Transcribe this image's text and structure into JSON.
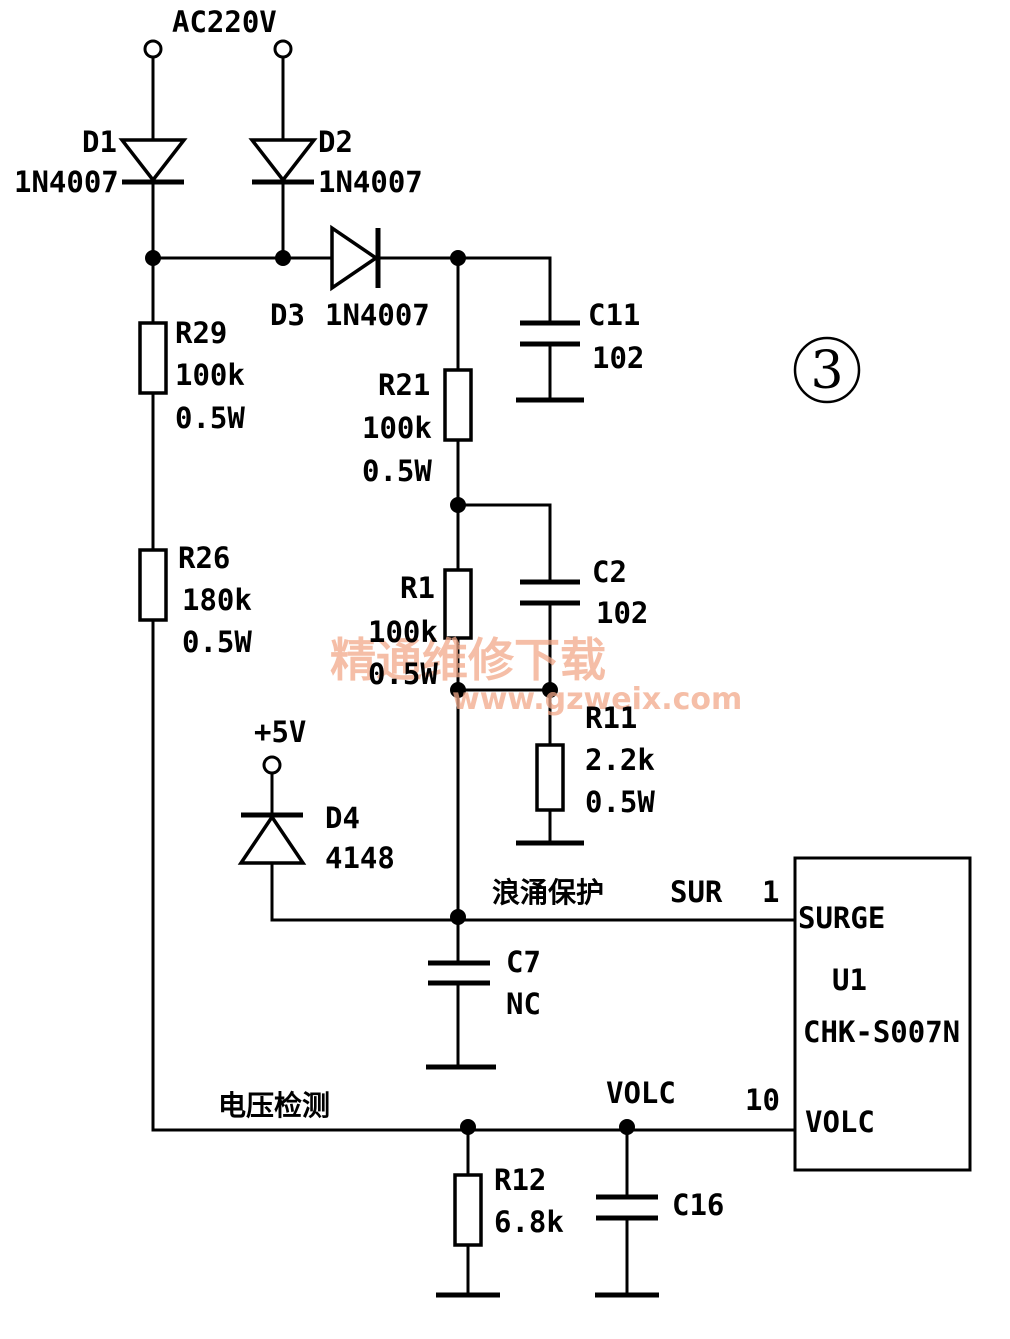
{
  "supply": {
    "label": "AC220V",
    "vcc_label": "+5V"
  },
  "figure_number": "3",
  "components": {
    "D1": {
      "ref": "D1",
      "value": "1N4007"
    },
    "D2": {
      "ref": "D2",
      "value": "1N4007"
    },
    "D3": {
      "ref": "D3",
      "value": "1N4007"
    },
    "D4": {
      "ref": "D4",
      "value": "4148"
    },
    "R29": {
      "ref": "R29",
      "value": "100k",
      "power": "0.5W"
    },
    "R26": {
      "ref": "R26",
      "value": "180k",
      "power": "0.5W"
    },
    "R21": {
      "ref": "R21",
      "value": "100k",
      "power": "0.5W"
    },
    "R1": {
      "ref": "R1",
      "value": "100k",
      "power": "0.5W"
    },
    "R11": {
      "ref": "R11",
      "value": "2.2k",
      "power": "0.5W"
    },
    "R12": {
      "ref": "R12",
      "value": "6.8k"
    },
    "C11": {
      "ref": "C11",
      "value": "102"
    },
    "C2": {
      "ref": "C2",
      "value": "102"
    },
    "C7": {
      "ref": "C7",
      "value": "NC"
    },
    "C16": {
      "ref": "C16",
      "value": ""
    }
  },
  "ic": {
    "ref": "U1",
    "part": "CHK-S007N",
    "pins": [
      {
        "number": "1",
        "name": "SURGE"
      },
      {
        "number": "10",
        "name": "VOLC"
      }
    ]
  },
  "nets": {
    "surge_label": "浪涌保护",
    "surge_net": "SUR",
    "voltage_label": "电压检测",
    "volc_net": "VOLC"
  },
  "watermark": {
    "text": "精通维修下载",
    "url": "www.gzweix.com"
  }
}
